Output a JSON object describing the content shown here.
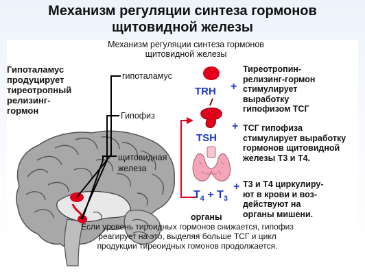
{
  "slide": {
    "title_line1": "Механизм регуляции синтеза гормонов",
    "title_line2": "щитовидной железы"
  },
  "diagram": {
    "subtitle_line1": "Механизм регуляции синтеза гормонов",
    "subtitle_line2": "щитовидной железы",
    "left_text": [
      "Гипоталамус",
      "продуцирует",
      "тиреотропный",
      "релизинг-",
      "гормон"
    ],
    "label_hypothalamus": "гипоталамус",
    "label_pituitary": "Гипофиз",
    "label_thyroid_line1": "щитовидная",
    "label_thyroid_line2": "железа",
    "label_organs": "органы",
    "hormone_trh": "TRH",
    "hormone_tsh": "TSH",
    "hormone_t4": "4",
    "hormone_t3": "3",
    "plus_sign": "+",
    "text_trh": [
      "Тиреотропин-",
      "релизинг-гормон",
      "стимулирует",
      "выработку",
      "гипофизом ТСГ"
    ],
    "text_tsh": [
      "ТСГ гипофиза",
      "стимулирует выработку",
      "гормонов щитовидной",
      "железы Т3 и Т4."
    ],
    "text_t4t3": [
      "Т3 и Т4 циркулиру-",
      "ют в крови и воз-",
      "действуют на",
      "органы мишени."
    ],
    "footer": [
      "Если уровень тироидных гормонов снижается, гипофиз",
      "реагирует на это, выделяя больше ТСГ и цикл",
      "продукции тиреоидных гомонов  продолжается."
    ],
    "colors": {
      "hormone_blue": "#1a37c8",
      "organ_red": "#e0001b",
      "thyroid_pink": "#f4a6b8",
      "brain_gray": "#8c8c8c"
    }
  }
}
